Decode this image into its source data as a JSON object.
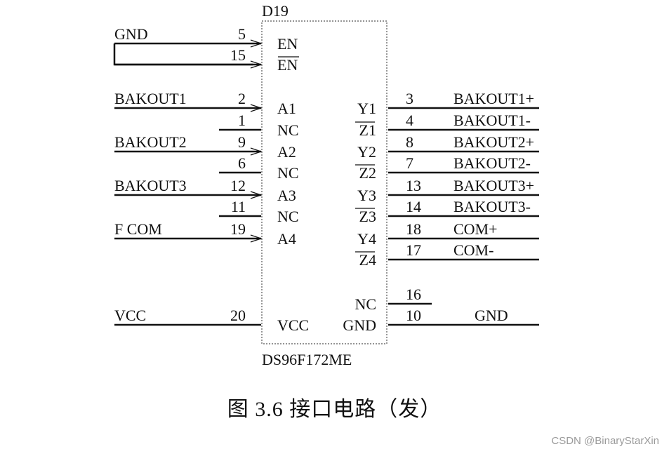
{
  "chip": {
    "ref": "D19",
    "part": "DS96F172ME"
  },
  "left_pins": [
    {
      "net": "GND",
      "num": "5",
      "name": "EN",
      "arrow": true,
      "overline": false
    },
    {
      "net": "",
      "num": "15",
      "name": "EN",
      "arrow": true,
      "overline": true
    },
    {
      "net": "BAKOUT1",
      "num": "2",
      "name": "A1",
      "arrow": true,
      "overline": false
    },
    {
      "net": "",
      "num": "1",
      "name": "NC",
      "arrow": false,
      "overline": false
    },
    {
      "net": "BAKOUT2",
      "num": "9",
      "name": "A2",
      "arrow": true,
      "overline": false
    },
    {
      "net": "",
      "num": "6",
      "name": "NC",
      "arrow": false,
      "overline": false
    },
    {
      "net": "BAKOUT3",
      "num": "12",
      "name": "A3",
      "arrow": true,
      "overline": false
    },
    {
      "net": "",
      "num": "11",
      "name": "NC",
      "arrow": false,
      "overline": false
    },
    {
      "net": "F COM",
      "num": "19",
      "name": "A4",
      "arrow": true,
      "overline": false
    },
    {
      "net": "VCC",
      "num": "20",
      "name": "VCC",
      "arrow": false,
      "overline": false
    }
  ],
  "right_pins": [
    {
      "name": "Y1",
      "num": "3",
      "net": "BAKOUT1+",
      "overline": false
    },
    {
      "name": "Z1",
      "num": "4",
      "net": "BAKOUT1-",
      "overline": true
    },
    {
      "name": "Y2",
      "num": "8",
      "net": "BAKOUT2+",
      "overline": false
    },
    {
      "name": "Z2",
      "num": "7",
      "net": "BAKOUT2-",
      "overline": true
    },
    {
      "name": "Y3",
      "num": "13",
      "net": "BAKOUT3+",
      "overline": false
    },
    {
      "name": "Z3",
      "num": "14",
      "net": "BAKOUT3-",
      "overline": true
    },
    {
      "name": "Y4",
      "num": "18",
      "net": "COM+",
      "overline": false
    },
    {
      "name": "Z4",
      "num": "17",
      "net": "COM-",
      "overline": true
    },
    {
      "name": "NC",
      "num": "16",
      "net": "",
      "overline": false
    },
    {
      "name": "GND",
      "num": "10",
      "net": "GND",
      "overline": false
    }
  ],
  "caption": "图 3.6   接口电路（发）",
  "watermark": "CSDN @BinaryStarXin",
  "colors": {
    "ink": "#111111",
    "box": "#555555"
  }
}
